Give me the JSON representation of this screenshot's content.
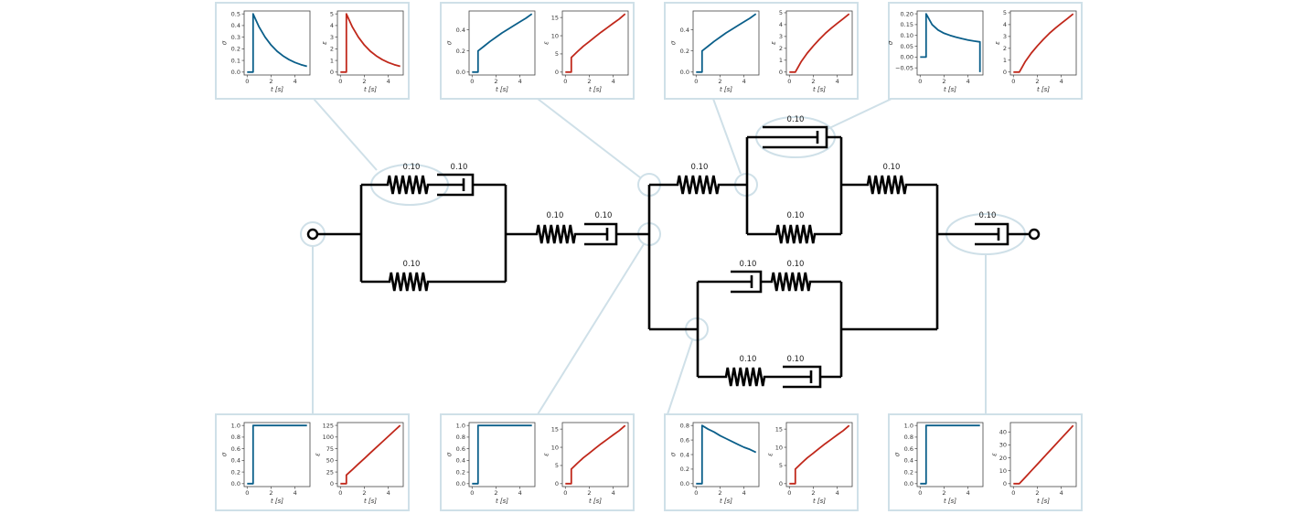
{
  "element_labels": {
    "a_spring": "0.10",
    "a_dashpot": "0.10",
    "a_spring_bottom": "0.10",
    "b_spring": "0.10",
    "b_dashpot": "0.10",
    "c_spring": "0.10",
    "d_dashpot": "0.10",
    "d_spring": "0.10",
    "e_spring": "0.10",
    "f_dashpot": "0.10",
    "g_dashpot": "0.10",
    "g_spring": "0.10",
    "h_spring": "0.10",
    "h_dashpot": "0.10"
  },
  "colors": {
    "stress": "#0b5f8a",
    "strain": "#c0281b",
    "highlight": "#cfe0e8"
  },
  "chart_data": [
    {
      "type": "line",
      "panel": "top-1",
      "xlabel": "t [s]",
      "xticks": [
        0,
        2,
        4
      ],
      "xlim": [
        -0.25,
        5.25
      ],
      "stress": {
        "ylabel": "σ",
        "yticks": [
          "0.0",
          "0.1",
          "0.2",
          "0.3",
          "0.4",
          "0.5"
        ],
        "ylim": [
          -0.025,
          0.525
        ],
        "t": [
          0,
          0.5,
          0.5,
          1,
          1.5,
          2,
          2.5,
          3,
          3.5,
          4,
          4.5,
          5
        ],
        "y": [
          0,
          0,
          0.5,
          0.387,
          0.3,
          0.232,
          0.179,
          0.139,
          0.107,
          0.083,
          0.064,
          0.05
        ]
      },
      "strain": {
        "ylabel": "ε",
        "yticks": [
          "0",
          "1",
          "2",
          "3",
          "4",
          "5"
        ],
        "ylim": [
          -0.25,
          5.25
        ],
        "t": [
          0,
          0.5,
          0.5,
          1,
          1.5,
          2,
          2.5,
          3,
          3.5,
          4,
          4.5,
          5
        ],
        "y": [
          0,
          0,
          5,
          3.87,
          3.0,
          2.32,
          1.79,
          1.39,
          1.07,
          0.83,
          0.64,
          0.5
        ]
      }
    },
    {
      "type": "line",
      "panel": "top-2",
      "xlabel": "t [s]",
      "xticks": [
        0,
        2,
        4
      ],
      "xlim": [
        -0.25,
        5.25
      ],
      "stress": {
        "ylabel": "σ",
        "yticks": [
          "0.0",
          "0.2",
          "0.4"
        ],
        "ylim": [
          -0.028,
          0.578
        ],
        "t": [
          0,
          0.5,
          0.5,
          1,
          1.5,
          2,
          2.5,
          3,
          3.5,
          4,
          4.5,
          5
        ],
        "y": [
          0,
          0,
          0.2,
          0.245,
          0.29,
          0.33,
          0.37,
          0.405,
          0.44,
          0.475,
          0.51,
          0.55
        ]
      },
      "strain": {
        "ylabel": "ε",
        "yticks": [
          "0",
          "5",
          "10",
          "15"
        ],
        "ylim": [
          -0.8,
          16.8
        ],
        "t": [
          0,
          0.5,
          0.5,
          1,
          1.5,
          2,
          2.5,
          3,
          3.5,
          4,
          4.5,
          5
        ],
        "y": [
          0,
          0,
          4,
          5.6,
          7.1,
          8.4,
          9.7,
          11,
          12.2,
          13.4,
          14.6,
          16
        ]
      }
    },
    {
      "type": "line",
      "panel": "top-3",
      "xlabel": "t [s]",
      "xticks": [
        0,
        2,
        4
      ],
      "xlim": [
        -0.25,
        5.25
      ],
      "stress": {
        "ylabel": "σ",
        "yticks": [
          "0.0",
          "0.2",
          "0.4"
        ],
        "ylim": [
          -0.028,
          0.578
        ],
        "t": [
          0,
          0.5,
          0.5,
          1,
          1.5,
          2,
          2.5,
          3,
          3.5,
          4,
          4.5,
          5
        ],
        "y": [
          0,
          0,
          0.2,
          0.245,
          0.29,
          0.33,
          0.37,
          0.405,
          0.44,
          0.475,
          0.51,
          0.55
        ]
      },
      "strain": {
        "ylabel": "ε",
        "yticks": [
          "0",
          "1",
          "2",
          "3",
          "4",
          "5"
        ],
        "ylim": [
          -0.25,
          5.15
        ],
        "t": [
          0,
          0.5,
          1,
          1.5,
          2,
          2.5,
          3,
          3.5,
          4,
          4.5,
          5
        ],
        "y": [
          0,
          0,
          0.9,
          1.6,
          2.2,
          2.75,
          3.25,
          3.7,
          4.1,
          4.5,
          4.9
        ]
      }
    },
    {
      "type": "line",
      "panel": "top-4",
      "xlabel": "t [s]",
      "xticks": [
        0,
        2,
        4
      ],
      "xlim": [
        -0.25,
        5.25
      ],
      "stress": {
        "ylabel": "σ",
        "yticks": [
          "−0.05",
          "0.00",
          "0.05",
          "0.10",
          "0.15",
          "0.20"
        ],
        "ytickvals": [
          -0.05,
          0,
          0.05,
          0.1,
          0.15,
          0.2
        ],
        "ylim": [
          -0.083,
          0.213
        ],
        "t": [
          0,
          0.5,
          0.5,
          1,
          1.5,
          2,
          2.5,
          3,
          3.5,
          4,
          4.5,
          5,
          5
        ],
        "y": [
          0,
          0,
          0.2,
          0.15,
          0.125,
          0.11,
          0.1,
          0.092,
          0.085,
          0.079,
          0.074,
          0.07,
          -0.07
        ]
      },
      "strain": {
        "ylabel": "ε",
        "yticks": [
          "0",
          "1",
          "2",
          "3",
          "4",
          "5"
        ],
        "ylim": [
          -0.25,
          5.15
        ],
        "t": [
          0,
          0.5,
          1,
          1.5,
          2,
          2.5,
          3,
          3.5,
          4,
          4.5,
          5
        ],
        "y": [
          0,
          0,
          0.9,
          1.6,
          2.2,
          2.75,
          3.25,
          3.7,
          4.1,
          4.5,
          4.9
        ]
      }
    },
    {
      "type": "line",
      "panel": "bottom-1",
      "xlabel": "t [s]",
      "xticks": [
        0,
        2,
        4
      ],
      "xlim": [
        -0.25,
        5.25
      ],
      "stress": {
        "ylabel": "σ",
        "yticks": [
          "0.0",
          "0.2",
          "0.4",
          "0.6",
          "0.8",
          "1.0"
        ],
        "ylim": [
          -0.05,
          1.05
        ],
        "t": [
          0,
          0.5,
          0.5,
          5
        ],
        "y": [
          0,
          0,
          1,
          1
        ]
      },
      "strain": {
        "ylabel": "ε",
        "yticks": [
          "0",
          "25",
          "50",
          "75",
          "100",
          "125"
        ],
        "ylim": [
          -6.25,
          131
        ],
        "t": [
          0,
          0.5,
          0.5,
          1,
          1.5,
          2,
          2.5,
          3,
          3.5,
          4,
          4.5,
          5
        ],
        "y": [
          0,
          0,
          18.5,
          30.3,
          42.2,
          54,
          65.9,
          77.7,
          89.6,
          101.4,
          113.3,
          125
        ]
      }
    },
    {
      "type": "line",
      "panel": "bottom-2",
      "xlabel": "t [s]",
      "xticks": [
        0,
        2,
        4
      ],
      "xlim": [
        -0.25,
        5.25
      ],
      "stress": {
        "ylabel": "σ",
        "yticks": [
          "0.0",
          "0.2",
          "0.4",
          "0.6",
          "0.8",
          "1.0"
        ],
        "ylim": [
          -0.05,
          1.05
        ],
        "t": [
          0,
          0.5,
          0.5,
          5
        ],
        "y": [
          0,
          0,
          1,
          1
        ]
      },
      "strain": {
        "ylabel": "ε",
        "yticks": [
          "0",
          "5",
          "10",
          "15"
        ],
        "ylim": [
          -0.8,
          16.8
        ],
        "t": [
          0,
          0.5,
          0.5,
          1,
          1.5,
          2,
          2.5,
          3,
          3.5,
          4,
          4.5,
          5
        ],
        "y": [
          0,
          0,
          4,
          5.6,
          7.1,
          8.4,
          9.7,
          11,
          12.2,
          13.4,
          14.6,
          16
        ]
      }
    },
    {
      "type": "line",
      "panel": "bottom-3",
      "xlabel": "t [s]",
      "xticks": [
        0,
        2,
        4
      ],
      "xlim": [
        -0.25,
        5.25
      ],
      "stress": {
        "ylabel": "σ",
        "yticks": [
          "0.0",
          "0.2",
          "0.4",
          "0.6",
          "0.8"
        ],
        "ylim": [
          -0.04,
          0.84
        ],
        "t": [
          0,
          0.5,
          0.5,
          1,
          1.5,
          2,
          2.5,
          3,
          3.5,
          4,
          4.5,
          5
        ],
        "y": [
          0,
          0,
          0.8,
          0.75,
          0.71,
          0.66,
          0.62,
          0.58,
          0.54,
          0.5,
          0.47,
          0.43
        ]
      },
      "strain": {
        "ylabel": "ε",
        "yticks": [
          "0",
          "5",
          "10",
          "15"
        ],
        "ylim": [
          -0.8,
          16.8
        ],
        "t": [
          0,
          0.5,
          0.5,
          1,
          1.5,
          2,
          2.5,
          3,
          3.5,
          4,
          4.5,
          5
        ],
        "y": [
          0,
          0,
          4,
          5.6,
          7.1,
          8.4,
          9.7,
          11,
          12.2,
          13.4,
          14.6,
          16
        ]
      }
    },
    {
      "type": "line",
      "panel": "bottom-4",
      "xlabel": "t [s]",
      "xticks": [
        0,
        2,
        4
      ],
      "xlim": [
        -0.25,
        5.25
      ],
      "stress": {
        "ylabel": "σ",
        "yticks": [
          "0.0",
          "0.2",
          "0.4",
          "0.6",
          "0.8",
          "1.0"
        ],
        "ylim": [
          -0.05,
          1.05
        ],
        "t": [
          0,
          0.5,
          0.5,
          5
        ],
        "y": [
          0,
          0,
          1,
          1
        ]
      },
      "strain": {
        "ylabel": "ε",
        "yticks": [
          "0",
          "10",
          "20",
          "30",
          "40"
        ],
        "ylim": [
          -2.25,
          47.25
        ],
        "t": [
          0,
          0.5,
          1,
          1.5,
          2,
          2.5,
          3,
          3.5,
          4,
          4.5,
          5
        ],
        "y": [
          0,
          0,
          5,
          10,
          15,
          20,
          25,
          30,
          35,
          40,
          45
        ]
      }
    }
  ]
}
